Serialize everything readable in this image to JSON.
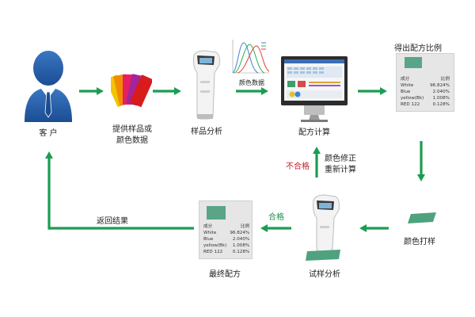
{
  "nodes": {
    "customer": "客 户",
    "provide_sample": [
      "提供样品或",
      "颜色数据"
    ],
    "sample_analysis": "样品分析",
    "color_data": "颜色数据",
    "formula_calc": "配方计算",
    "get_ratio": "得出配方比例",
    "color_sample": "颜色打样",
    "trial_analysis": "试样分析",
    "final_formula": "最终配方",
    "return_result": "返回结果"
  },
  "edges": {
    "fail": "不合格",
    "correction": [
      "颜色修正",
      "重新计算"
    ],
    "pass": "合格"
  },
  "formula_table": {
    "headers": [
      "成分",
      "比例"
    ],
    "rows": [
      [
        "White",
        "96.824%"
      ],
      [
        "Blue",
        "2.040%"
      ],
      [
        "yellow(Bk)",
        "1.008%"
      ],
      [
        "RED 122",
        "0.128%"
      ]
    ]
  },
  "colors": {
    "flow_arrow": "#1c9c52",
    "fail_arrow": "#c8202a",
    "swatch": "#5aa588"
  },
  "icons": [
    "person-icon",
    "color-fan-icon",
    "spectrophotometer-icon",
    "spectral-curve-icon",
    "monitor-icon",
    "color-patch-icon"
  ]
}
